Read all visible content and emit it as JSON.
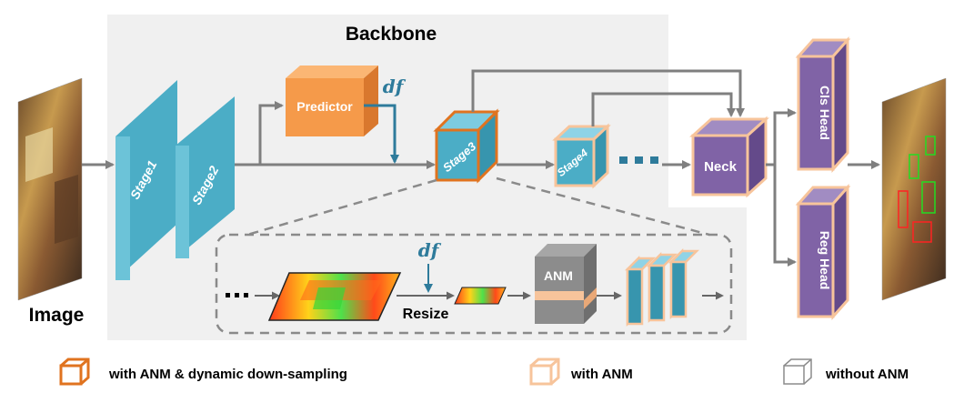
{
  "backbone": {
    "title": "Backbone"
  },
  "input": {
    "label": "Image"
  },
  "stages": {
    "stage1": "Stage1",
    "stage2": "Stage2",
    "stage3": "Stage3",
    "stage4": "Stage4"
  },
  "predictor": {
    "label": "Predictor",
    "output": "df"
  },
  "neck": {
    "label": "Neck"
  },
  "heads": {
    "cls": "Cls Head",
    "reg": "Reg Head"
  },
  "detail": {
    "df_label": "df",
    "resize_label": "Resize",
    "anm_label": "ANM"
  },
  "legend": {
    "dynamic": "with ANM & dynamic down-sampling",
    "anm": "with ANM",
    "none": "without ANM"
  },
  "colors": {
    "stage_blue": "#4badc6",
    "anm_border_light": "#f7c49b",
    "anm_border_dark": "#e0731f",
    "predictor_orange": "#f59a4a",
    "head_purple": "#8063a6",
    "backbone_bg": "#f0f0f0",
    "df_blue": "#2e7b9b"
  }
}
